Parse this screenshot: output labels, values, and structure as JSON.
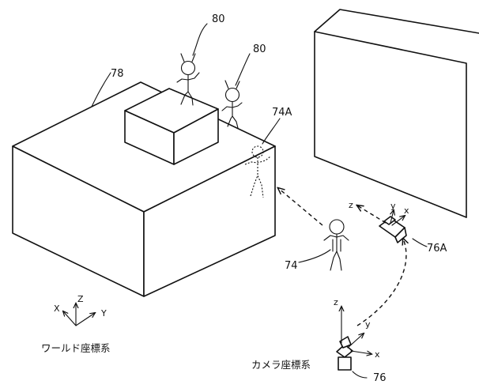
{
  "labels": {
    "ref_80_a": "80",
    "ref_80_b": "80",
    "ref_78": "78",
    "ref_74A": "74A",
    "ref_74": "74",
    "ref_76A": "76A",
    "ref_76": "76"
  },
  "world_axes": {
    "x": "X",
    "y": "Y",
    "z": "Z",
    "caption": "ワールド座標系"
  },
  "camera_axes": {
    "x": "x",
    "y": "y",
    "z": "z",
    "caption": "カメラ座標系"
  },
  "camera_a_axes": {
    "x": "x",
    "y": "y",
    "z": "z"
  }
}
